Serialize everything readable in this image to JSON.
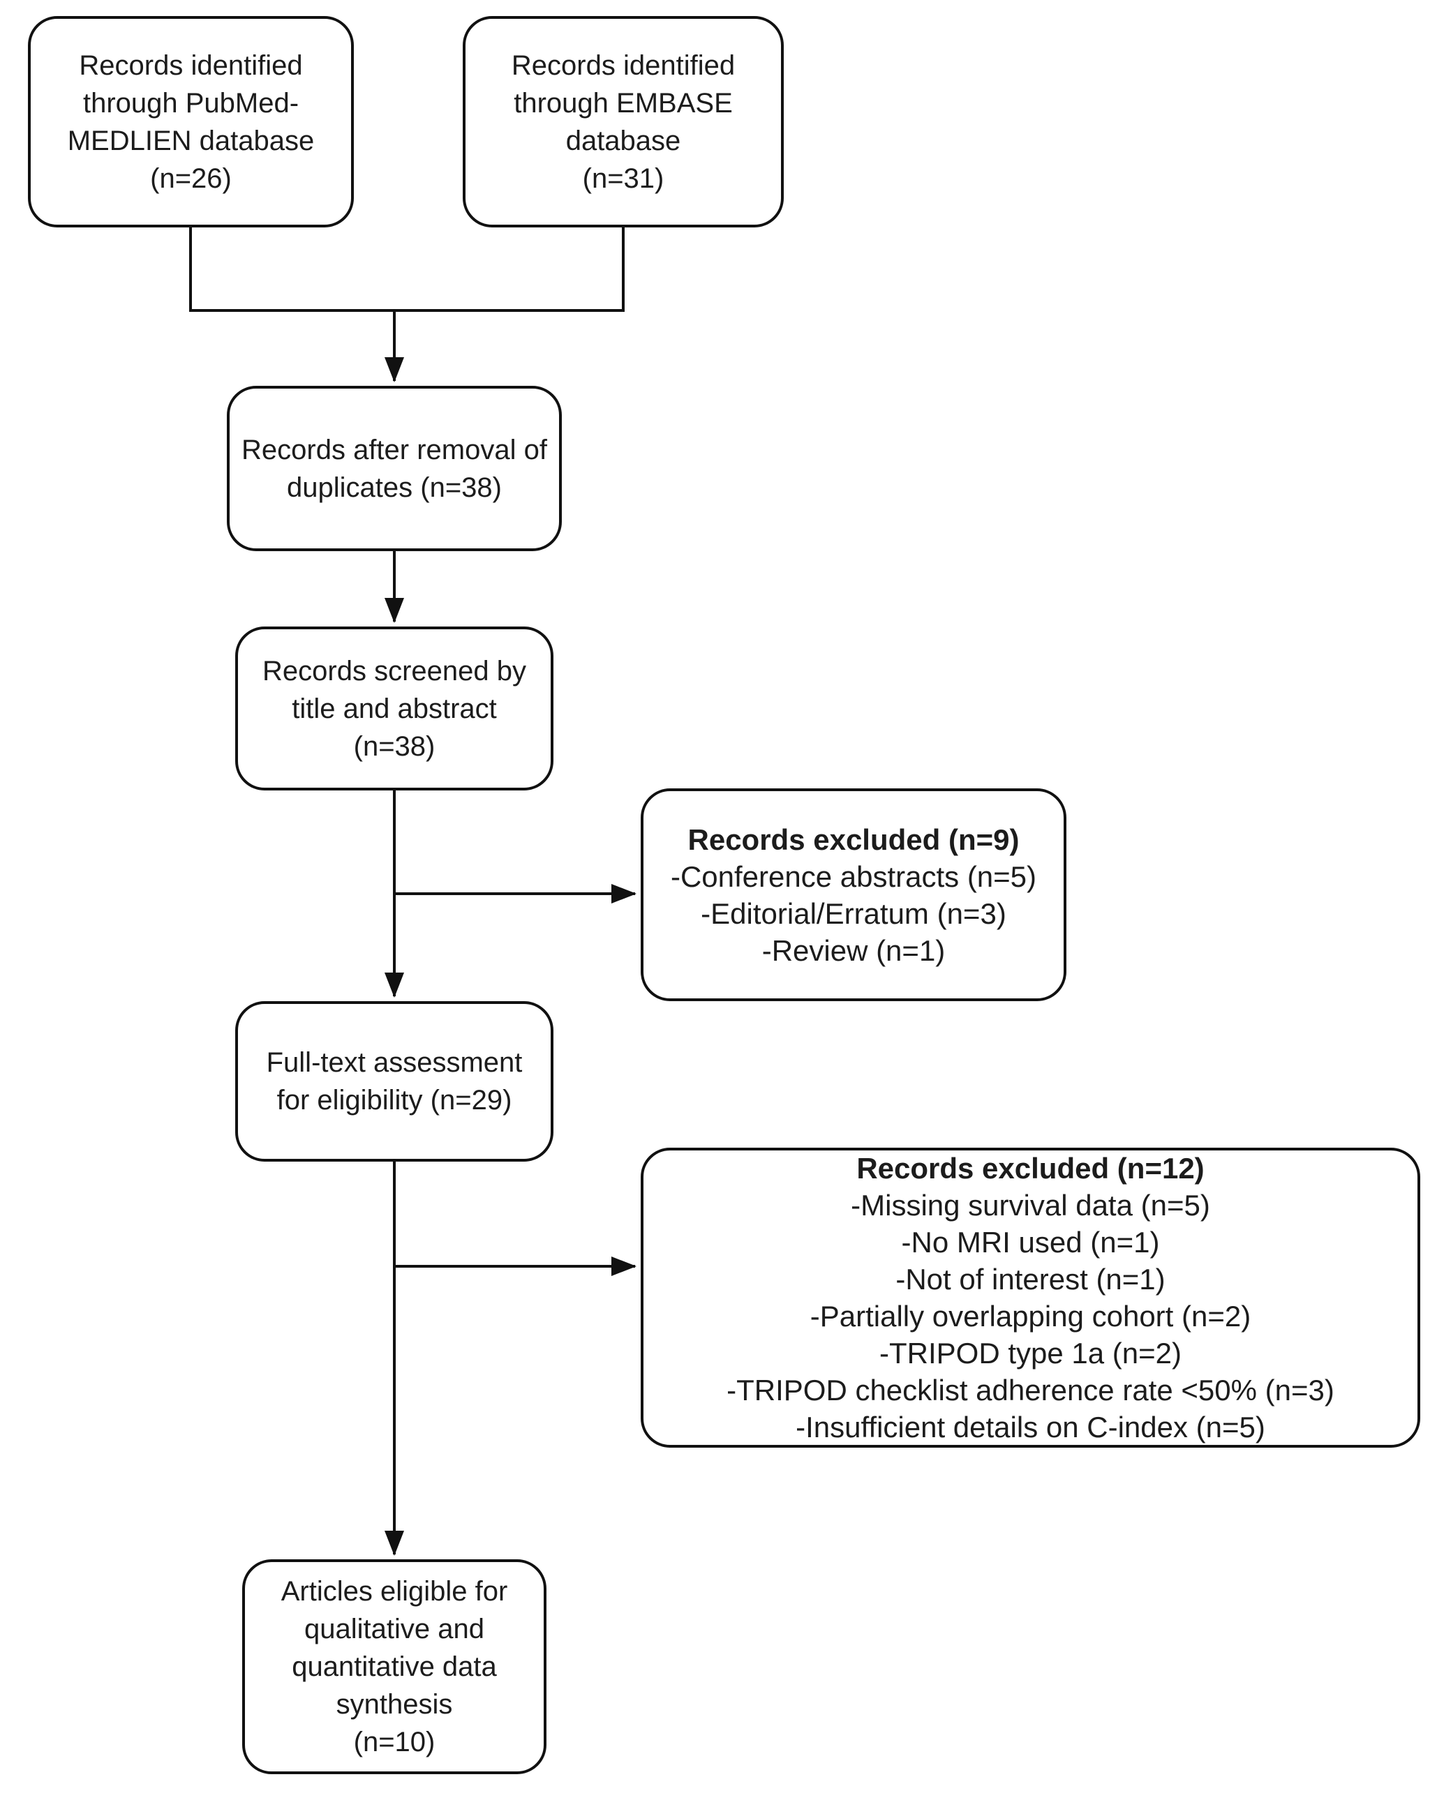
{
  "colors": {
    "line": "#111111",
    "text": "#1c1c1c",
    "box_background": "#ffffff",
    "page_background": "#ffffff"
  },
  "flowchart": {
    "identification": {
      "pubmed_box": {
        "lines": [
          "Records identified",
          "through PubMed-",
          "MEDLIEN database",
          "(n=26)"
        ]
      },
      "embase_box": {
        "lines": [
          "Records identified",
          "through EMBASE",
          "database",
          "(n=31)"
        ]
      }
    },
    "dedup_box": {
      "lines": [
        "Records after removal of",
        "duplicates (n=38)"
      ]
    },
    "screening_box": {
      "lines": [
        "Records screened by",
        "title and abstract",
        "(n=38)"
      ]
    },
    "excluded_screening_box": {
      "title": "Records excluded (n=9)",
      "items": [
        "-Conference abstracts (n=5)",
        "-Editorial/Erratum (n=3)",
        "-Review (n=1)"
      ]
    },
    "fulltext_box": {
      "lines": [
        "Full-text assessment",
        "for eligibility (n=29)"
      ]
    },
    "excluded_fulltext_box": {
      "title": "Records excluded (n=12)",
      "items": [
        "-Missing survival data (n=5)",
        "-No MRI used (n=1)",
        "-Not of interest (n=1)",
        "-Partially overlapping cohort (n=2)",
        "-TRIPOD type 1a (n=2)",
        "-TRIPOD checklist adherence rate <50% (n=3)",
        "-Insufficient details on C-index (n=5)"
      ]
    },
    "included_box": {
      "lines": [
        "Articles eligible for",
        "qualitative and",
        "quantitative data",
        "synthesis",
        "(n=10)"
      ]
    }
  }
}
